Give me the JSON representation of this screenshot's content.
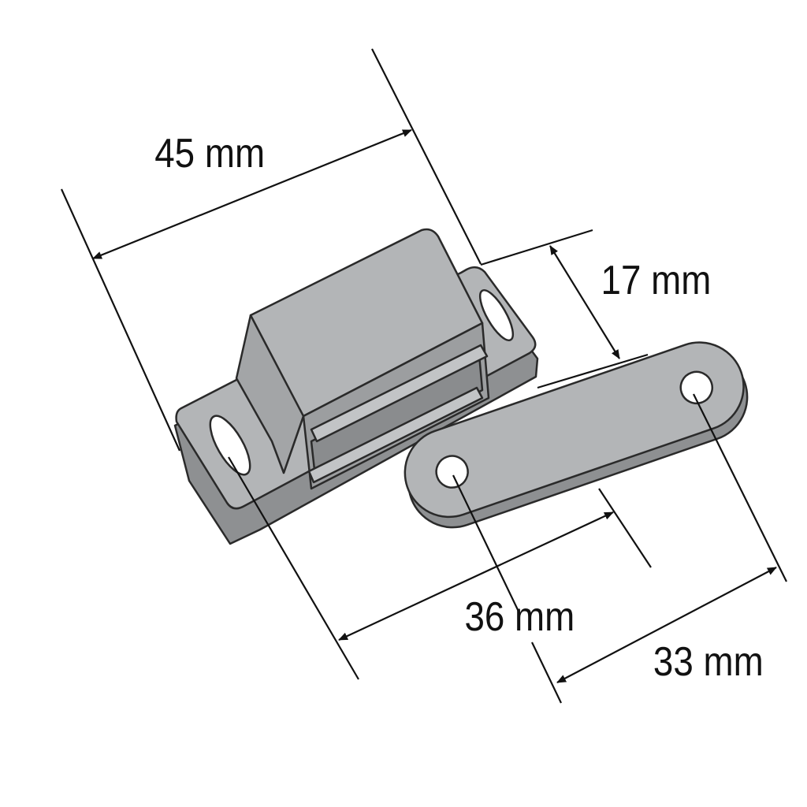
{
  "dimensions": [
    {
      "id": "overall-length",
      "label": "45 mm"
    },
    {
      "id": "catch-height",
      "label": "17 mm"
    },
    {
      "id": "catch-hole-to-plate",
      "label": "36 mm"
    },
    {
      "id": "strike-hole-spacing",
      "label": "33 mm"
    }
  ],
  "colors": {
    "part": "#b3b5b7",
    "part_dark": "#8e9092",
    "line": "#111111"
  }
}
